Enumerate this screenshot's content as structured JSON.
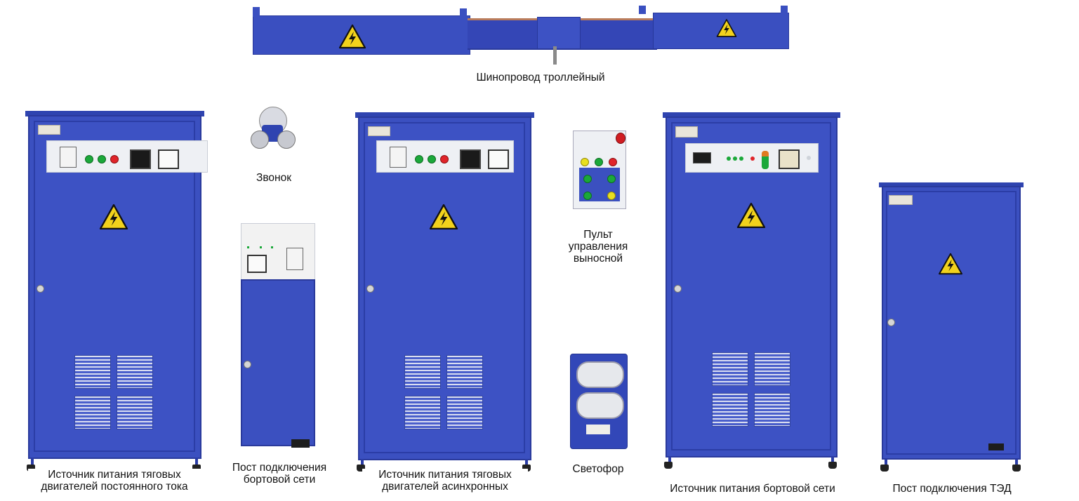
{
  "captions": {
    "busbar": "Шинопровод троллейный",
    "bell": "Звонок",
    "remote_line1": "Пульт",
    "remote_line2": "управления",
    "remote_line3": "выносной",
    "traffic_light": "Светофор",
    "dc_source_line1": "Источник питания тяговых",
    "dc_source_line2": "двигателей постоянного тока",
    "onboard_post_line1": "Пост подключения",
    "onboard_post_line2": "бортовой сети",
    "async_source_line1": "Источник питания тяговых",
    "async_source_line2": "двигателей асинхронных",
    "onboard_source": "Источник питания бортовой сети",
    "ted_post": "Пост подключения ТЭД"
  },
  "colors": {
    "cabinet_blue": "#3b50c0",
    "warning_yellow": "#f2d21c",
    "lamp_green": "#1ba83a",
    "lamp_red": "#e0242a",
    "lamp_yellow": "#e8df20"
  },
  "icons": {
    "warning": "high-voltage-warning-icon"
  }
}
